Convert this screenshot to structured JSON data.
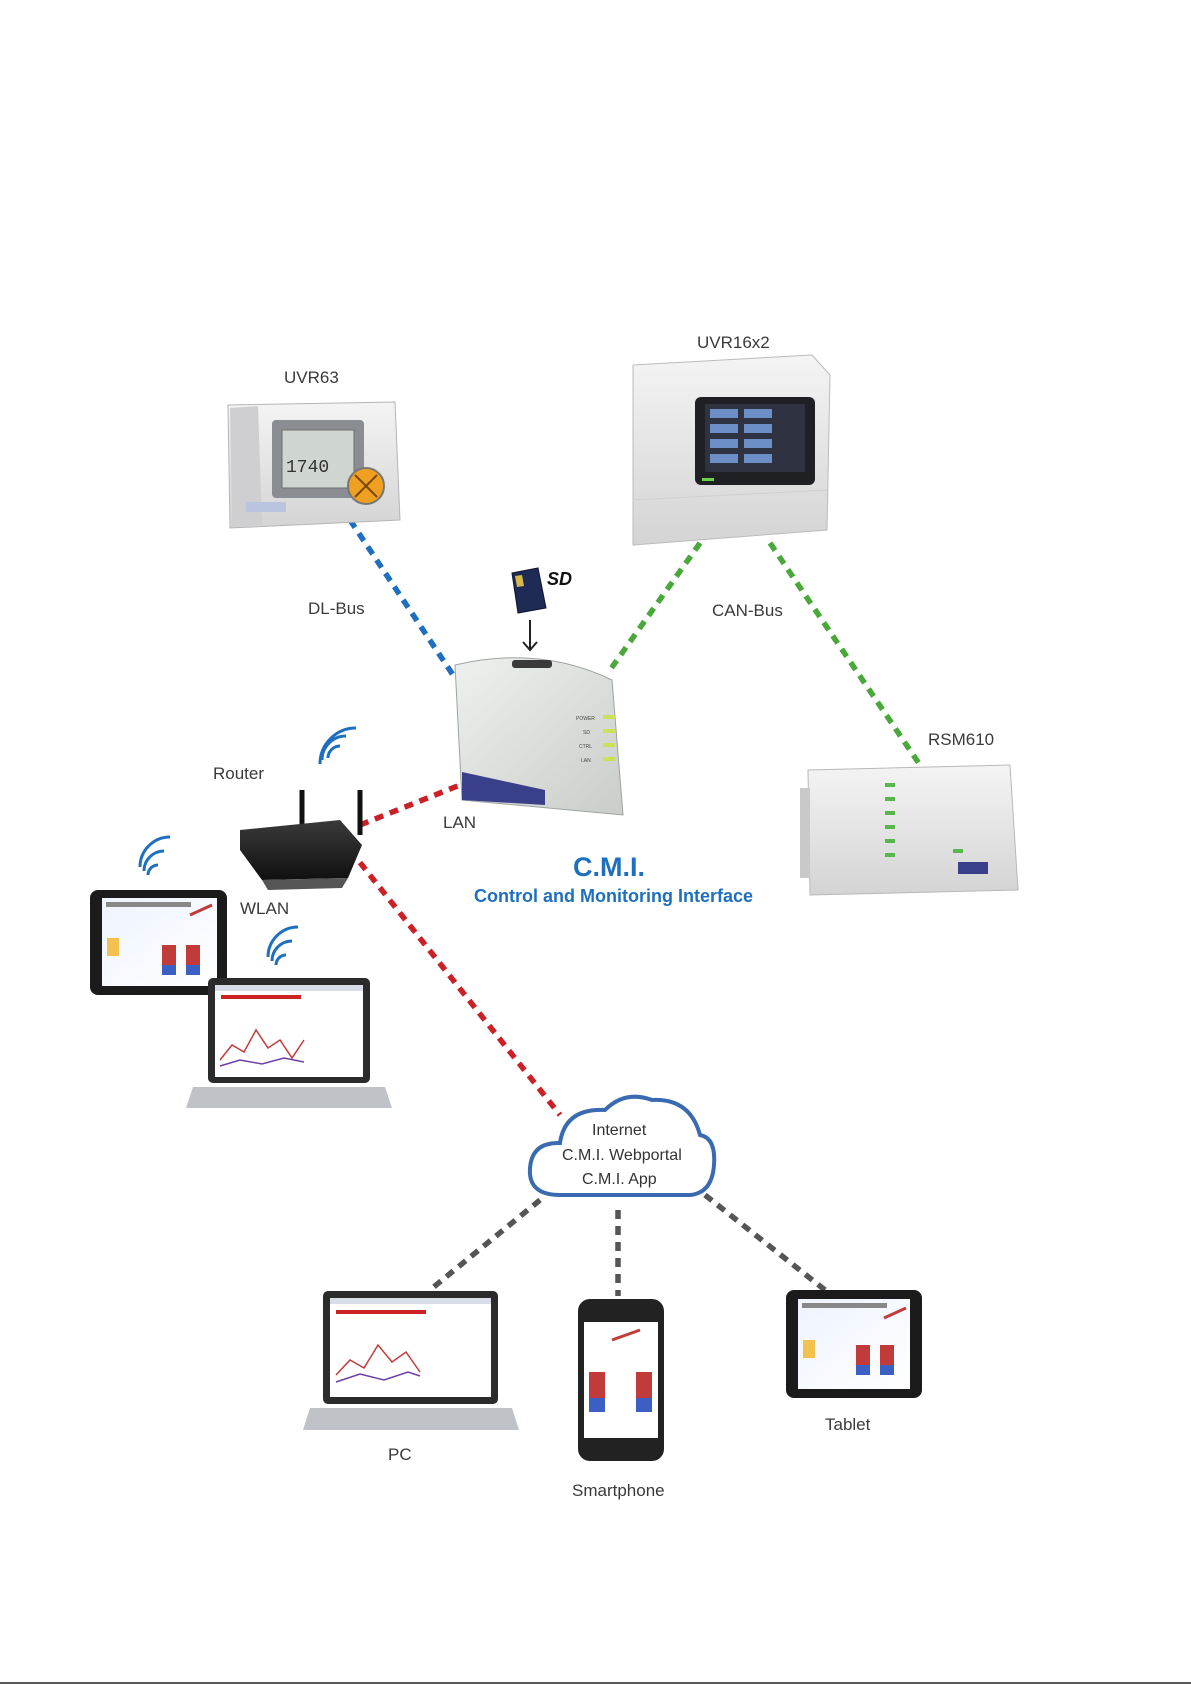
{
  "devices": {
    "uvr63": "UVR63",
    "uvr16x2": "UVR16x2",
    "rsm610": "RSM610",
    "router": "Router",
    "pc": "PC",
    "smartphone": "Smartphone",
    "tablet": "Tablet"
  },
  "connections": {
    "dl_bus": "DL-Bus",
    "can_bus": "CAN-Bus",
    "lan": "LAN",
    "wlan": "WLAN"
  },
  "cmi": {
    "title": "C.M.I.",
    "subtitle": "Control and Monitoring Interface"
  },
  "cloud": {
    "line1": "Internet",
    "line2": "C.M.I. Webportal",
    "line3": "C.M.I. App"
  },
  "uvr63_display": "1740",
  "cmi_leds": [
    "POWER",
    "SD",
    "CTRL",
    "LAN"
  ],
  "colors": {
    "dl_bus": "#1e6fbf",
    "can_bus": "#4aa83a",
    "lan": "#cc2027",
    "internet": "#555555",
    "accent": "#1e6fbf"
  },
  "icons": [
    "sd-card-icon",
    "arrow-down-icon",
    "wifi-icon",
    "cloud-icon"
  ]
}
